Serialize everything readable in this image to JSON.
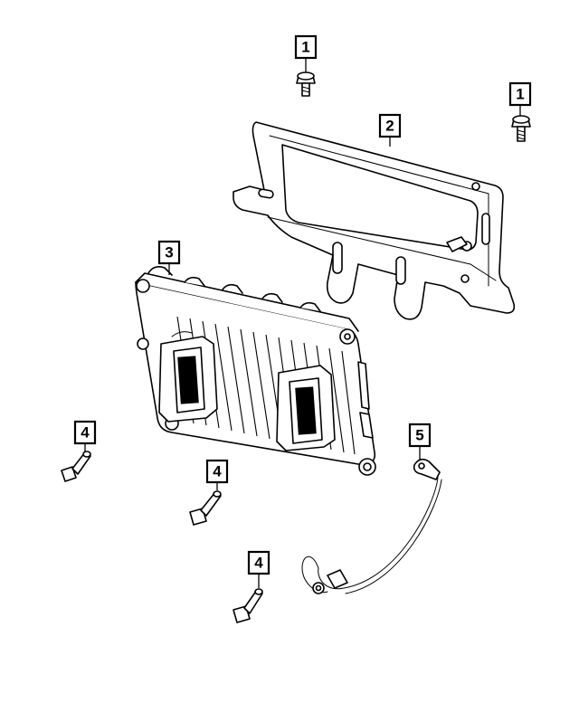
{
  "callouts": [
    {
      "id": "callout-1a",
      "label": "1"
    },
    {
      "id": "callout-1b",
      "label": "1"
    },
    {
      "id": "callout-2",
      "label": "2"
    },
    {
      "id": "callout-3",
      "label": "3"
    },
    {
      "id": "callout-4a",
      "label": "4"
    },
    {
      "id": "callout-4b",
      "label": "4"
    },
    {
      "id": "callout-4c",
      "label": "4"
    },
    {
      "id": "callout-5",
      "label": "5"
    }
  ]
}
